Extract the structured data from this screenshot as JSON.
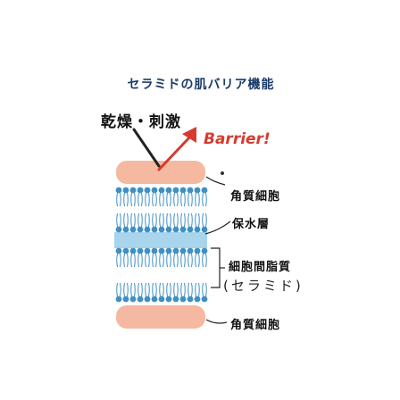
{
  "title": "セラミドの肌バリア機能",
  "stimulus_label": "乾燥・刺激",
  "barrier_label": "Barrier!",
  "labels": {
    "corneocyte_top": "角質細胞",
    "water_layer": "保水層",
    "intercellular_lipid": "細胞間脂質",
    "ceramide": "(セラミド)",
    "corneocyte_bottom": "角質細胞"
  },
  "colors": {
    "corneocyte": "#f5b8a0",
    "lipid_head": "#3f8fc4",
    "water_layer": "#a8d4ec",
    "barrier_red": "#d63a2e",
    "title_navy": "#1a3a6a"
  }
}
